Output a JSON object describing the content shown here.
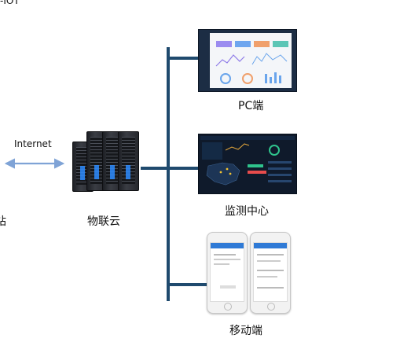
{
  "header_fragment": "-IOT",
  "left_fragment": "站",
  "internet_label": "Internet",
  "cloud_label": "物联云",
  "endpoints": {
    "pc": "PC端",
    "monitor": "监测中心",
    "mobile": "移动端"
  },
  "colors": {
    "bus_line": "#1f4a6e",
    "arrow": "#7fa3d6"
  }
}
